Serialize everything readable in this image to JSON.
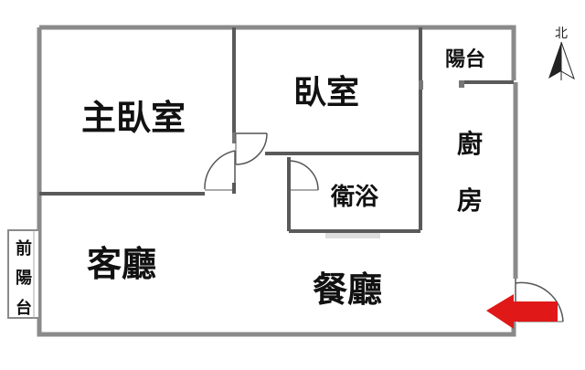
{
  "compass": {
    "label": "北"
  },
  "rooms": {
    "master_bedroom": "主臥室",
    "bedroom": "臥室",
    "bathroom": "衛浴",
    "balcony": "陽台",
    "kitchen_1": "廚",
    "kitchen_2": "房",
    "living_room": "客廳",
    "dining_room": "餐廳",
    "front_balcony_1": "前",
    "front_balcony_2": "陽",
    "front_balcony_3": "台"
  },
  "colors": {
    "wall": "#8a8a8a",
    "wall_inner": "#5a5a5a",
    "entrance_arrow": "#e01818"
  }
}
